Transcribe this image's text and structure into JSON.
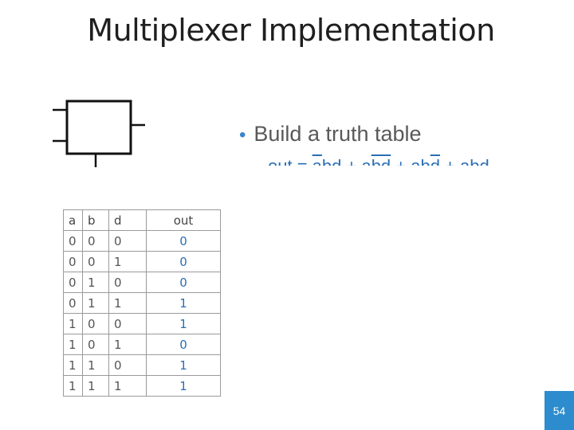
{
  "slide": {
    "title": "Multiplexer Implementation",
    "bullet": "Build a truth table",
    "equation_terms": [
      {
        "text": "out = ",
        "overline": false
      },
      {
        "text": "a",
        "overline": true
      },
      {
        "text": "bd + a",
        "overline": false
      },
      {
        "text": "bd",
        "overline": true
      },
      {
        "text": " + ab",
        "overline": false
      },
      {
        "text": "d",
        "overline": true
      },
      {
        "text": " + abd",
        "overline": false
      }
    ],
    "page_number": "54"
  },
  "truth_table": {
    "headers": [
      "a",
      "b",
      "d",
      "out"
    ],
    "rows": [
      [
        "0",
        "0",
        "0",
        "0"
      ],
      [
        "0",
        "0",
        "1",
        "0"
      ],
      [
        "0",
        "1",
        "0",
        "0"
      ],
      [
        "0",
        "1",
        "1",
        "1"
      ],
      [
        "1",
        "0",
        "0",
        "1"
      ],
      [
        "1",
        "0",
        "1",
        "0"
      ],
      [
        "1",
        "1",
        "0",
        "1"
      ],
      [
        "1",
        "1",
        "1",
        "1"
      ]
    ]
  },
  "colors": {
    "accent": "#2d8ccd",
    "equation": "#2a6eb5",
    "text": "#555555"
  }
}
